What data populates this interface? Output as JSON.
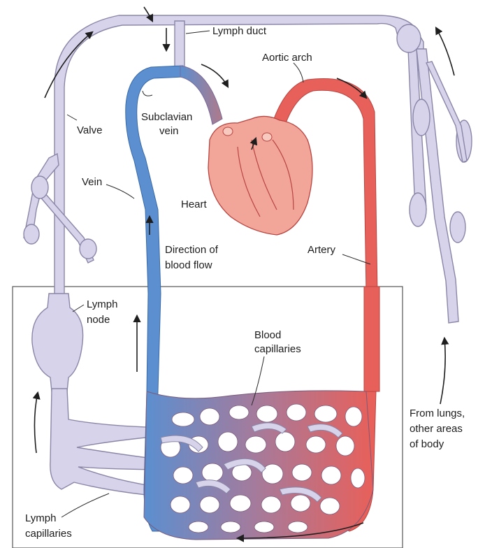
{
  "labels": {
    "lymph_duct": "Lymph duct",
    "aortic_arch": "Aortic arch",
    "subclavian_vein_1": "Subclavian",
    "subclavian_vein_2": "vein",
    "valve": "Valve",
    "vein": "Vein",
    "heart": "Heart",
    "direction_1": "Direction of",
    "direction_2": "blood flow",
    "artery": "Artery",
    "lymph_node_1": "Lymph",
    "lymph_node_2": "node",
    "blood_capillaries_1": "Blood",
    "blood_capillaries_2": "capillaries",
    "from_lungs_1": "From lungs,",
    "from_lungs_2": "other areas",
    "from_lungs_3": "of body",
    "lymph_capillaries_1": "Lymph",
    "lymph_capillaries_2": "capillaries"
  },
  "colors": {
    "artery": "#e8605a",
    "vein": "#5b8fd0",
    "lymph": "#d6d3ea",
    "lymph_outline": "#8a86a8",
    "heart": "#f2a69a"
  }
}
